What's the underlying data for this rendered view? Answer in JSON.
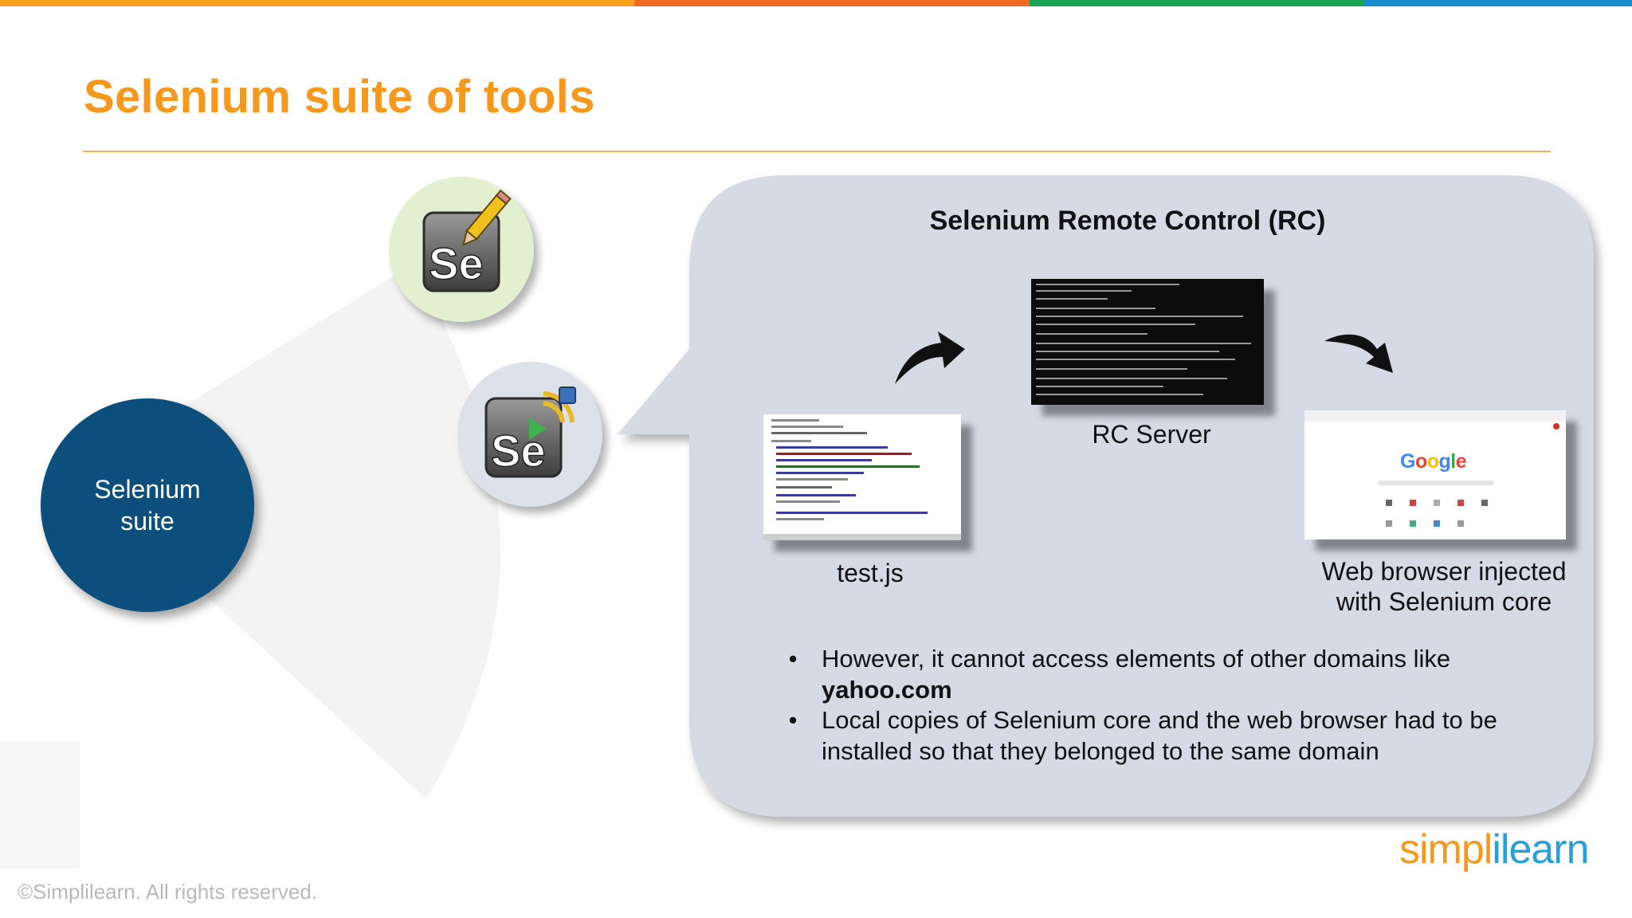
{
  "slide": {
    "title": "Selenium suite of tools",
    "brand_colors": [
      "#f4991d",
      "#ee6b24",
      "#1aa351",
      "#1d8ccf"
    ],
    "title_color": "#f4991d"
  },
  "suite": {
    "label": "Selenium suite",
    "color": "#0d4f7c"
  },
  "tools": [
    {
      "name": "selenium-ide-icon",
      "glyph": "Se",
      "color": "#e3f0cf"
    },
    {
      "name": "selenium-rc-icon",
      "glyph": "Se",
      "color": "#dde2ea"
    }
  ],
  "rc_panel": {
    "title": "Selenium Remote Control (RC)",
    "color": "#d6dae4",
    "items": [
      {
        "label": "test.js"
      },
      {
        "label": "RC Server"
      },
      {
        "label_line1": "Web browser injected",
        "label_line2": "with Selenium core"
      }
    ],
    "browser_logo": "Google",
    "bullets": [
      {
        "text": "However, it cannot access elements of other domains like",
        "strong": "yahoo.com"
      },
      {
        "text": "Local copies of Selenium core and the web browser had to be installed so that they belonged to the same domain"
      }
    ]
  },
  "footer": {
    "copyright": "©Simplilearn. All rights reserved.",
    "logo_part1": "simpl",
    "logo_part2": "ilearn"
  }
}
